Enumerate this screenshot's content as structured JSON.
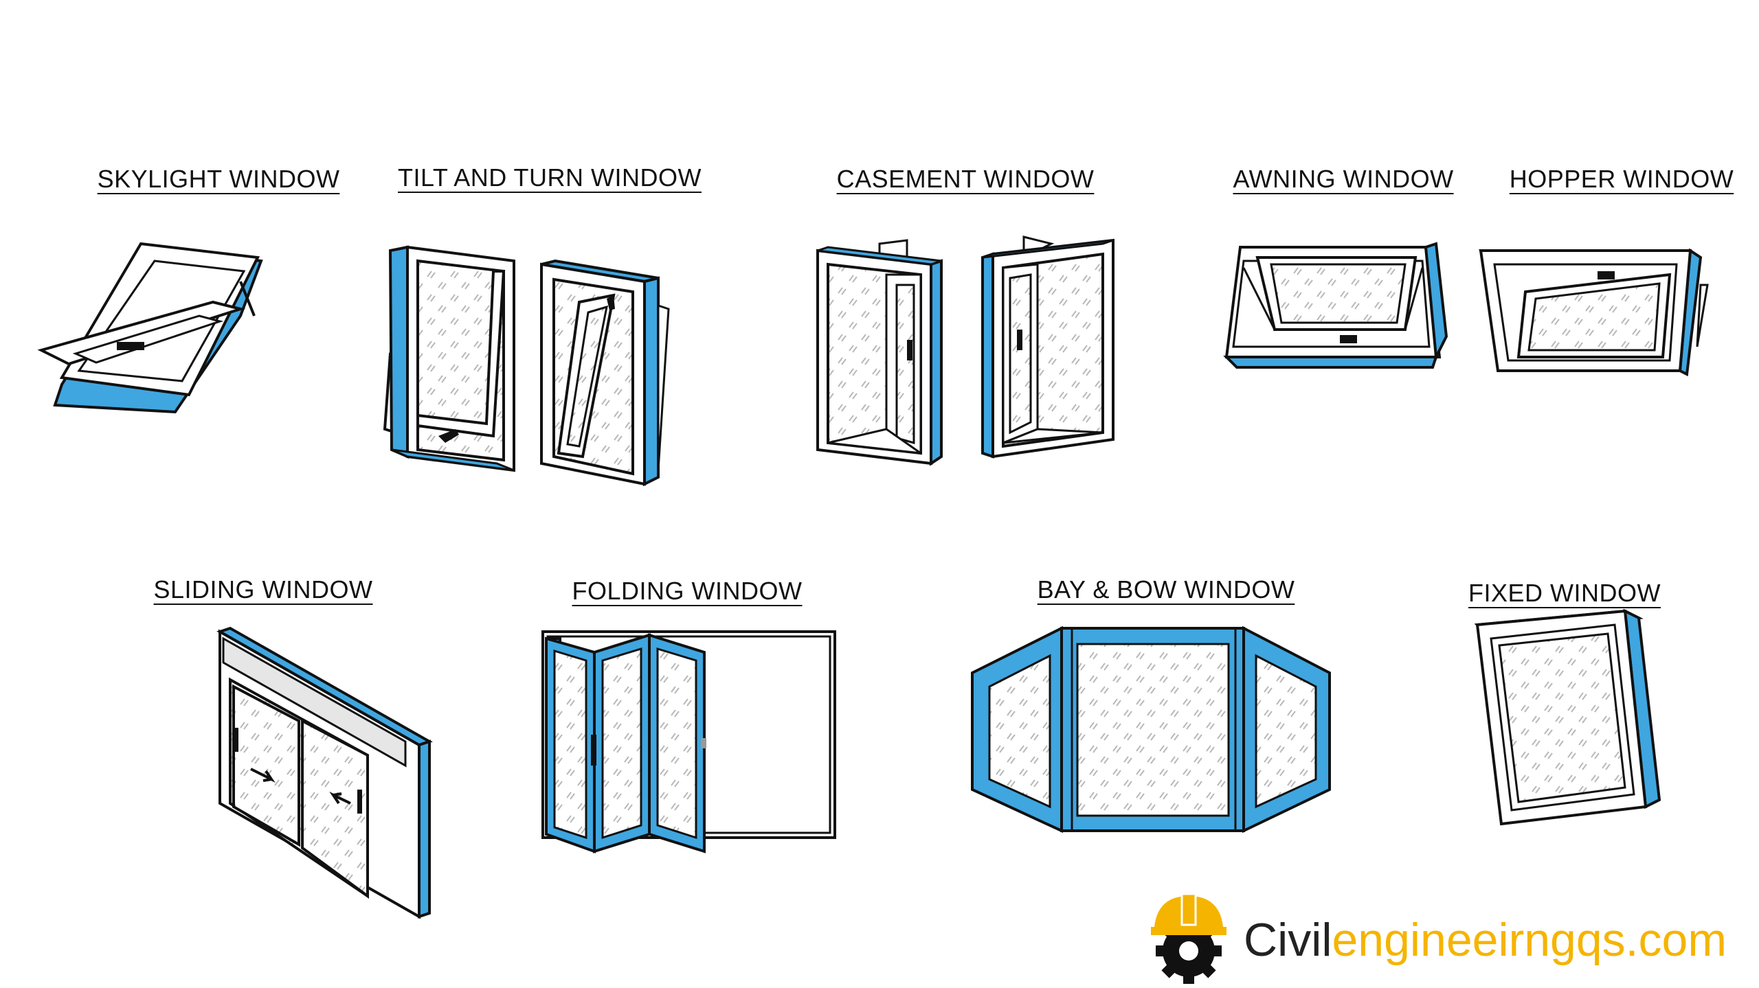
{
  "labels": {
    "skylight": "SKYLIGHT WINDOW",
    "tilt_turn": "TILT AND TURN WINDOW",
    "casement": "CASEMENT WINDOW",
    "awning": "AWNING WINDOW",
    "hopper": "HOPPER WINDOW",
    "sliding": "SLIDING WINDOW",
    "folding": "FOLDING WINDOW",
    "bay_bow": "BAY & BOW WINDOW",
    "fixed": "FIXED WINDOW"
  },
  "brand": {
    "part1": "Civil",
    "part2": "engineeirngqs.com"
  },
  "colors": {
    "frame_blue": "#3fa6e0",
    "outline": "#111111",
    "brand_yellow": "#f5b400",
    "brand_dark": "#222222"
  }
}
